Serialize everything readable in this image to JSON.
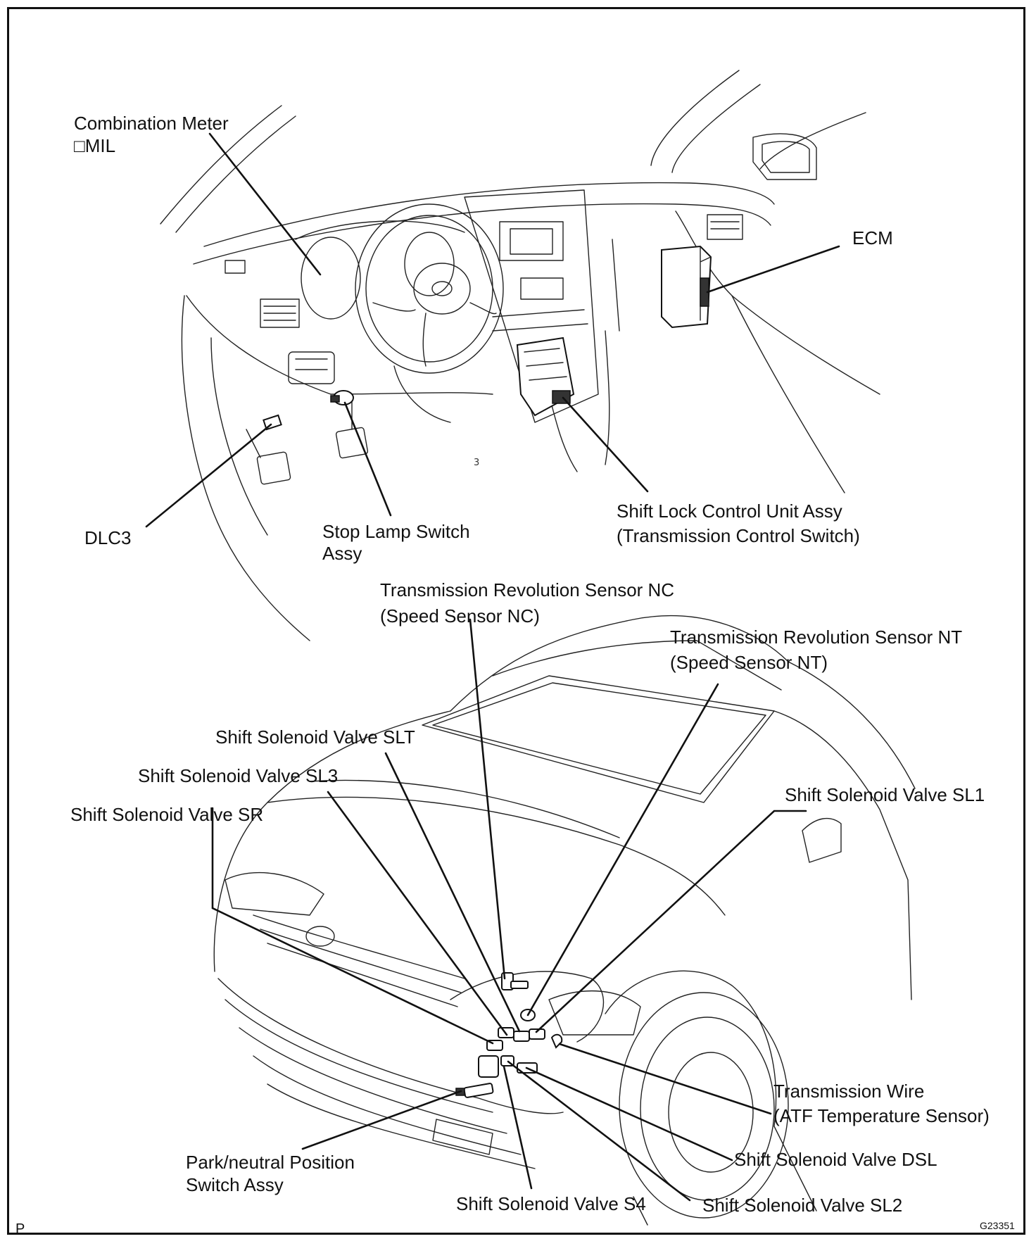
{
  "labels": {
    "combination_meter": "Combination Meter",
    "mil": "□MIL",
    "ecm": "ECM",
    "dlc3": "DLC3",
    "stop_lamp_switch_1": "Stop Lamp Switch",
    "stop_lamp_switch_2": "Assy",
    "shift_lock_1": "Shift Lock Control Unit Assy",
    "shift_lock_2": "(Transmission Control Switch)",
    "rev_sensor_nc_1": "Transmission Revolution Sensor NC",
    "rev_sensor_nc_2": "(Speed Sensor NC)",
    "rev_sensor_nt_1": "Transmission Revolution Sensor NT",
    "rev_sensor_nt_2": "(Speed Sensor NT)",
    "solenoid_slt": "Shift Solenoid Valve SLT",
    "solenoid_sl3": "Shift Solenoid Valve SL3",
    "solenoid_sr": "Shift Solenoid Valve SR",
    "solenoid_sl1": "Shift Solenoid Valve SL1",
    "trans_wire_1": "Transmission Wire",
    "trans_wire_2": "(ATF Temperature Sensor)",
    "solenoid_dsl": "Shift Solenoid Valve DSL",
    "park_neutral_1": "Park/neutral Position",
    "park_neutral_2": "Switch Assy",
    "solenoid_s4": "Shift Solenoid Valve S4",
    "solenoid_sl2": "Shift Solenoid Valve SL2",
    "corner_letter": "P",
    "figure_code": "G23351",
    "dash_mark": "3"
  }
}
